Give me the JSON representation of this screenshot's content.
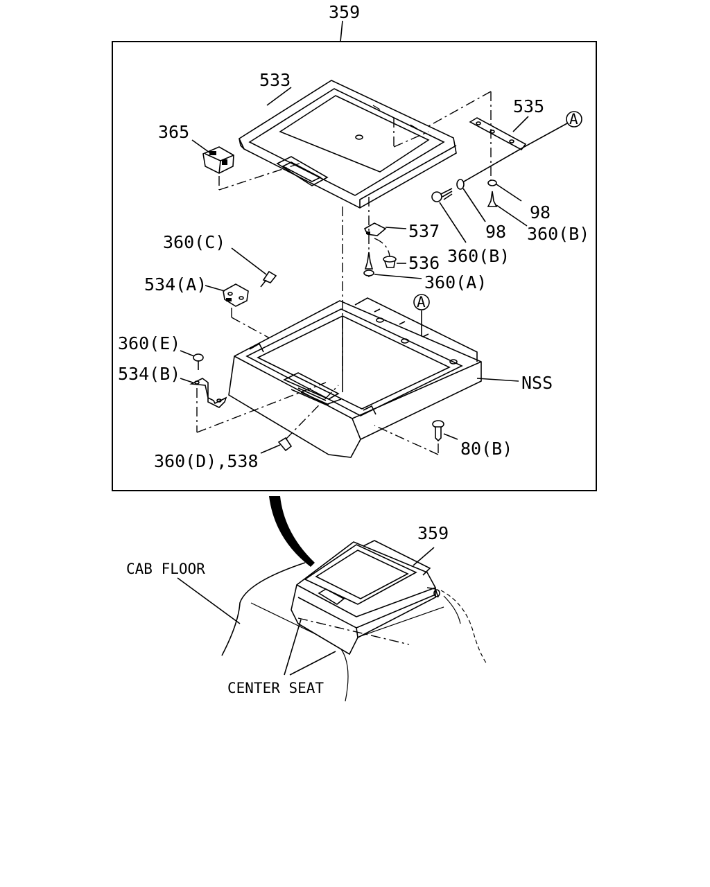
{
  "labels": {
    "top_part": "359",
    "cover": "533",
    "switch": "365",
    "bracket_535": "535",
    "circle_a_1": "A",
    "circle_a_2": "A",
    "washer_98_a": "98",
    "washer_98_b": "98",
    "screw_360b_a": "360(B)",
    "screw_360b_b": "360(B)",
    "clip_537": "537",
    "bumper_536": "536",
    "screw_360a": "360(A)",
    "screw_360c": "360(C)",
    "hinge_534a": "534(A)",
    "screw_360e": "360(E)",
    "bracket_534b": "534(B)",
    "nss": "NSS",
    "screw_80b": "80(B)",
    "clip_360d_538": "360(D),538",
    "location_part": "359",
    "cab_floor": "CAB FLOOR",
    "center_seat": "CENTER SEAT"
  }
}
